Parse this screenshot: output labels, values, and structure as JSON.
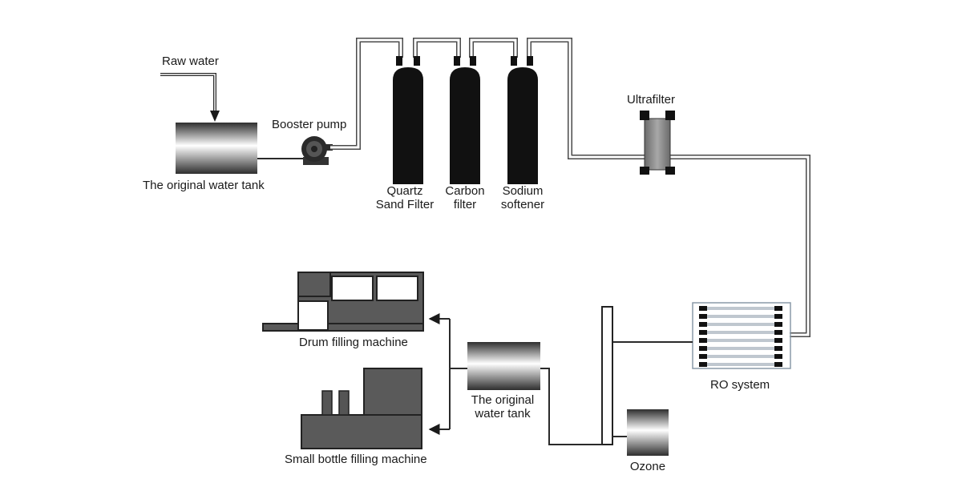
{
  "labels": {
    "raw_water": "Raw water",
    "original_tank_1": "The original water tank",
    "booster_pump": "Booster pump",
    "quartz_line1": "Quartz",
    "quartz_line2": "Sand Filter",
    "carbon_line1": "Carbon",
    "carbon_line2": "filter",
    "sodium_line1": "Sodium",
    "sodium_line2": "softener",
    "ultrafilter": "Ultrafilter",
    "ro_system": "RO system",
    "original_tank_2_line1": "The original",
    "original_tank_2_line2": "water tank",
    "ozone": "Ozone",
    "drum_filling": "Drum filling machine",
    "small_bottle_filling": "Small bottle filling machine"
  },
  "colors": {
    "pipe_outline": "#4a4a4a",
    "tank_dark": "#3a3a3a",
    "filter_body": "#111111",
    "machine_body": "#5a5a5a",
    "ultrafilter_body": "#8a8a8a"
  }
}
